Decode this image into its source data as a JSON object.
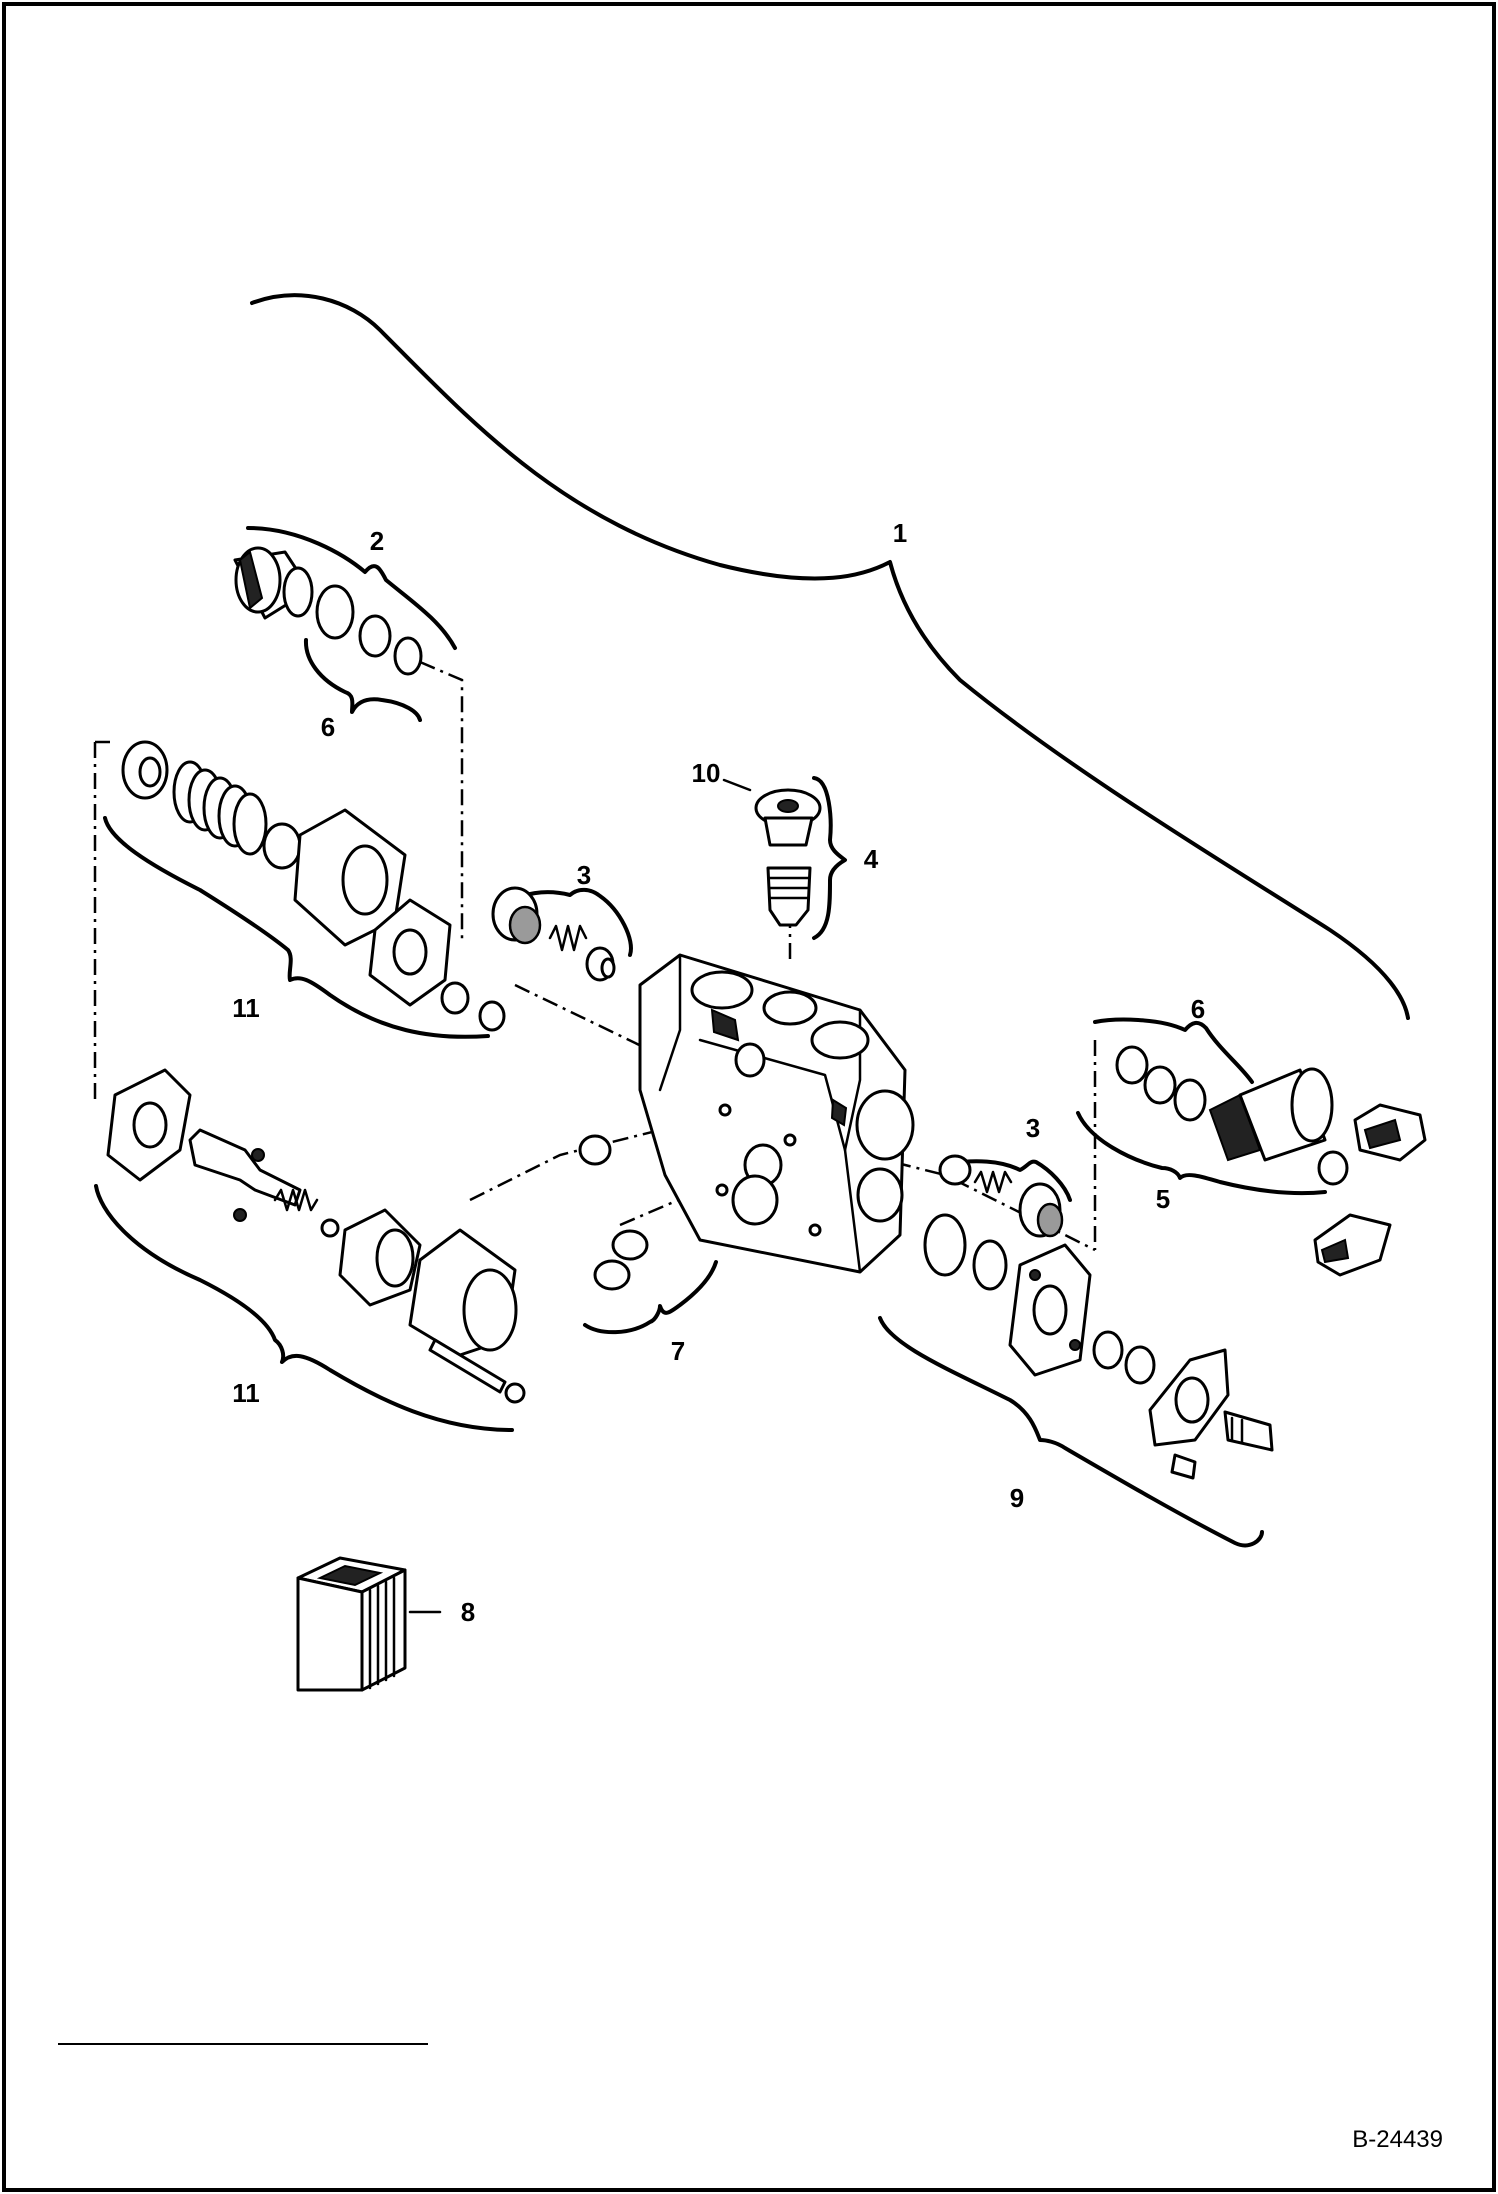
{
  "figure_id": "B-24439",
  "callouts": {
    "c1": "1",
    "c2": "2",
    "c3a": "3",
    "c3b": "3",
    "c4": "4",
    "c5": "5",
    "c6a": "6",
    "c6b": "6",
    "c7": "7",
    "c8": "8",
    "c9": "9",
    "c10": "10",
    "c11a": "11",
    "c11b": "11"
  }
}
